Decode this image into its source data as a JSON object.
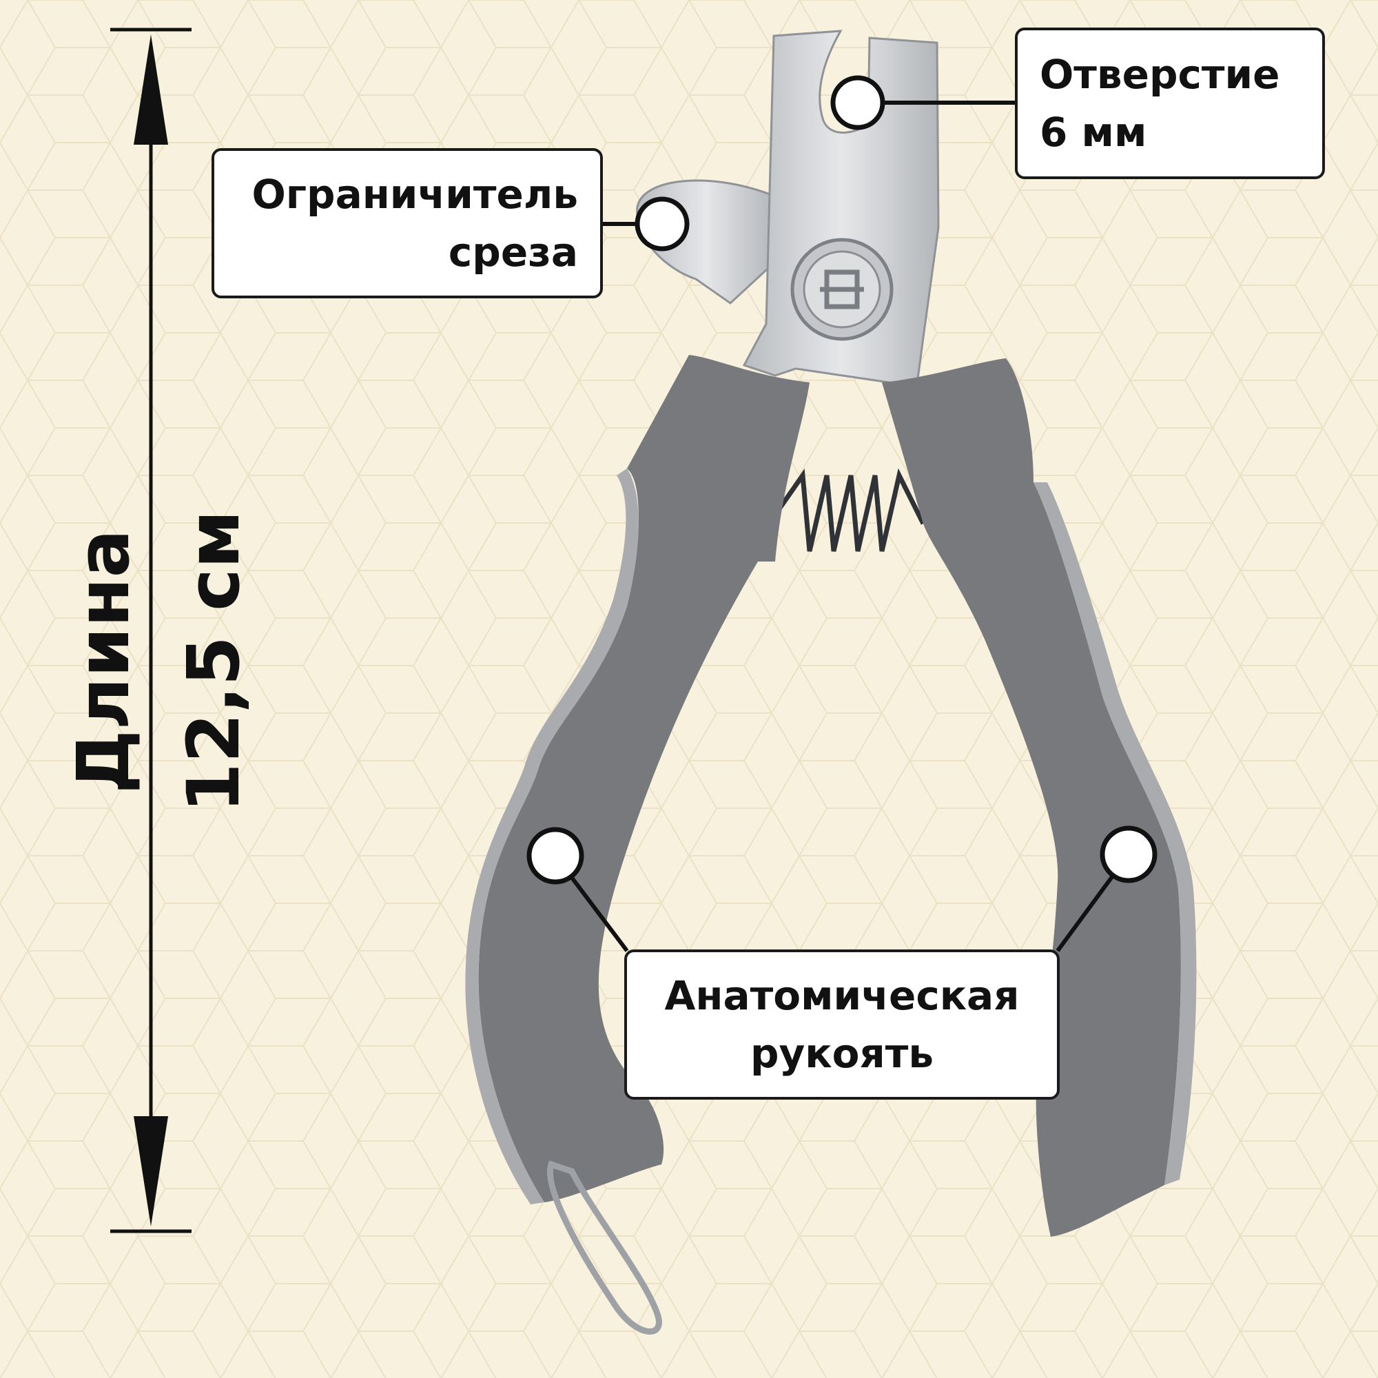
{
  "colors": {
    "background": "#f8f1de",
    "pattern_line": "#ece1c4",
    "handle_dark": "#77797d",
    "handle_light": "#a9abae",
    "steel": "#d2d4d7",
    "callout_border": "#1a1a1a",
    "text": "#111111"
  },
  "callouts": {
    "hole": {
      "line1": "Отверстие",
      "line2": "6 мм"
    },
    "limiter": {
      "line1": "Ограничитель",
      "line2": "среза"
    },
    "handle": {
      "line1": "Анатомическая",
      "line2": "рукоять"
    }
  },
  "dimension": {
    "line1": "Длина",
    "line2": "12,5 см"
  },
  "icons": [
    "pattern-hexagon",
    "nail-clipper-illustration",
    "double-arrow-dimension",
    "marker-dot"
  ]
}
